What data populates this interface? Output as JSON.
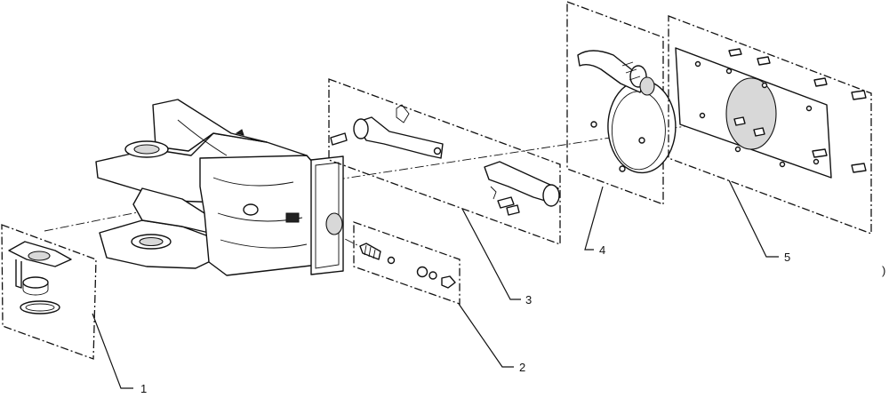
{
  "diagram": {
    "callouts": [
      {
        "id": "1",
        "label": "1"
      },
      {
        "id": "2",
        "label": "2"
      },
      {
        "id": "3",
        "label": "3"
      },
      {
        "id": "4",
        "label": "4"
      },
      {
        "id": "5",
        "label": "5"
      }
    ],
    "edge_mark": ")"
  }
}
